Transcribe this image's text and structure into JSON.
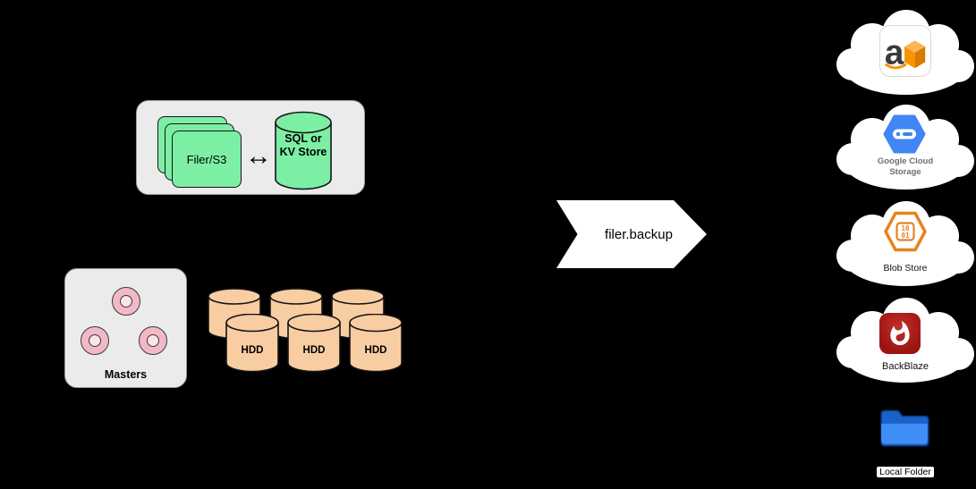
{
  "colors": {
    "background": "#000000",
    "panel_gray": "#EBEBEB",
    "green": "#7DEFA5",
    "peach": "#F9CDA2",
    "pink_outer": "#F3B8C6",
    "pink_inner": "#FBE4EA",
    "arrow_white": "#FFFFFF",
    "gcs_blue": "#4285F4",
    "azure_orange": "#E8821E",
    "backblaze_red": "#9A1410",
    "folder_blue": "#3F8EF5"
  },
  "filer_group": {
    "filer_label": "Filer/S3",
    "store_label": "SQL or KV Store"
  },
  "icons": {
    "sync_arrow": "↔"
  },
  "masters_group": {
    "label": "Masters"
  },
  "volume_group": {
    "hdd_labels": [
      "HDD",
      "HDD",
      "HDD"
    ]
  },
  "backup": {
    "label": "filer.backup"
  },
  "destinations": {
    "aws": {
      "letter": "a"
    },
    "gcs": {
      "label": "Google Cloud Storage"
    },
    "azure": {
      "label": "Blob Store",
      "digits_top": "10",
      "digits_bottom": "01"
    },
    "backblaze": {
      "label": "BackBlaze"
    },
    "local": {
      "label": "Local Folder"
    }
  }
}
